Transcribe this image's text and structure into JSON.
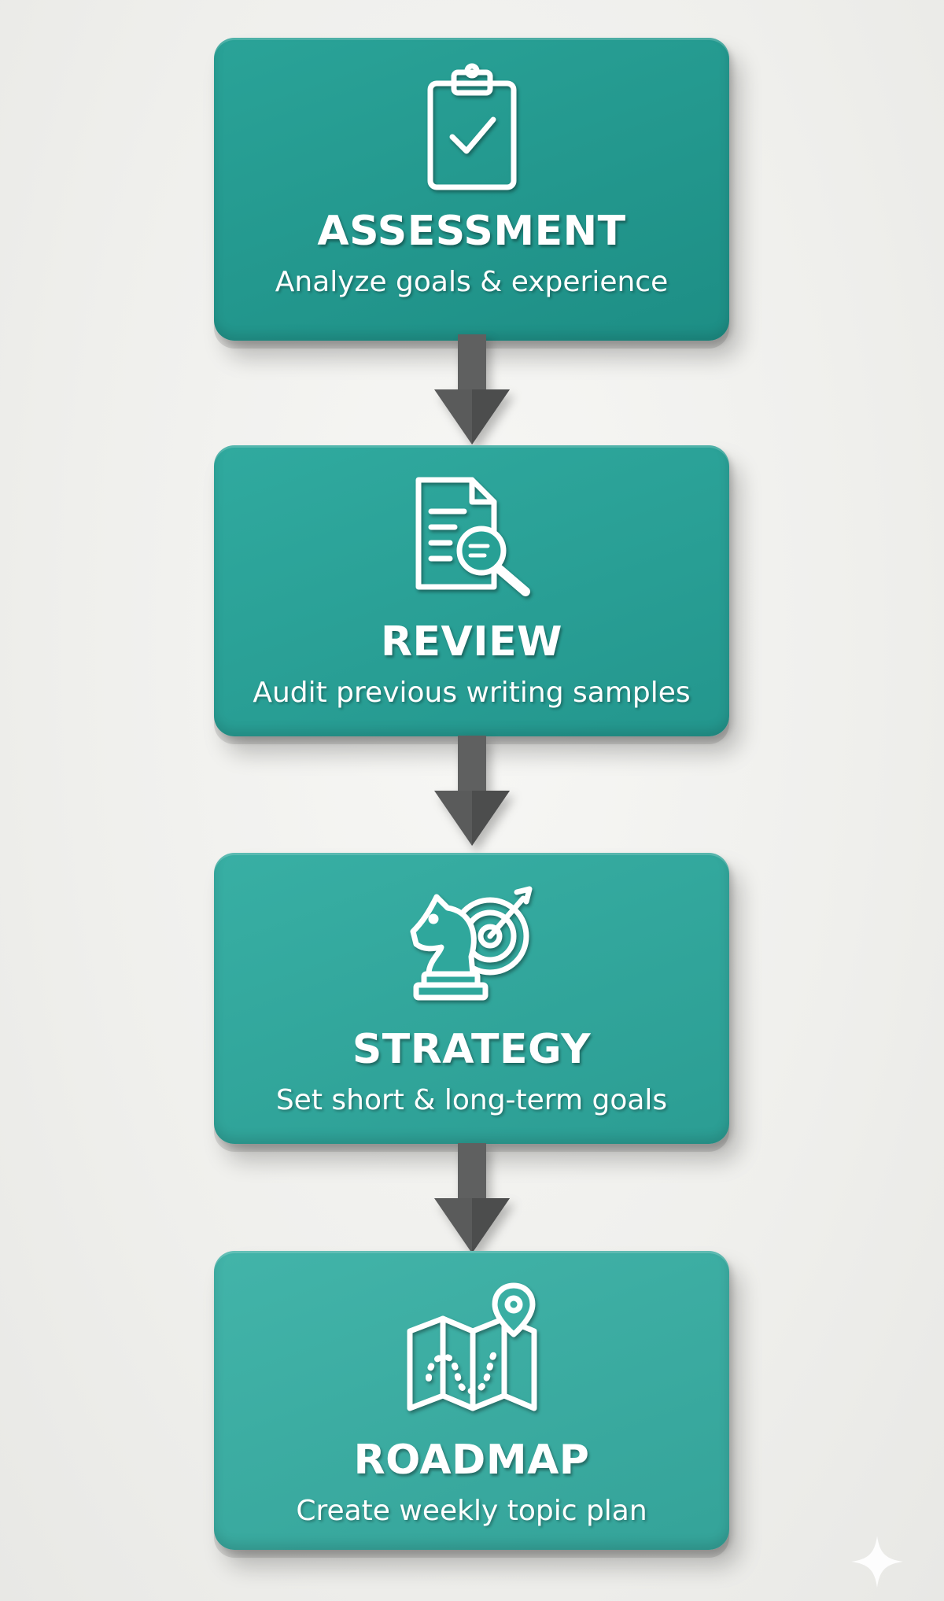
{
  "steps": [
    {
      "title": "ASSESSMENT",
      "description": "Analyze goals & experience",
      "icon": "clipboard-check-icon"
    },
    {
      "title": "REVIEW",
      "description": "Audit previous writing samples",
      "icon": "document-search-icon"
    },
    {
      "title": "STRATEGY",
      "description": "Set short & long-term goals",
      "icon": "chess-knight-target-icon"
    },
    {
      "title": "ROADMAP",
      "description": "Create weekly topic plan",
      "icon": "map-pin-icon"
    }
  ],
  "colors": {
    "card_teal": "#2aa398",
    "arrow_gray": "#5f6060",
    "background": "#f2f2f0",
    "text": "#ffffff"
  }
}
